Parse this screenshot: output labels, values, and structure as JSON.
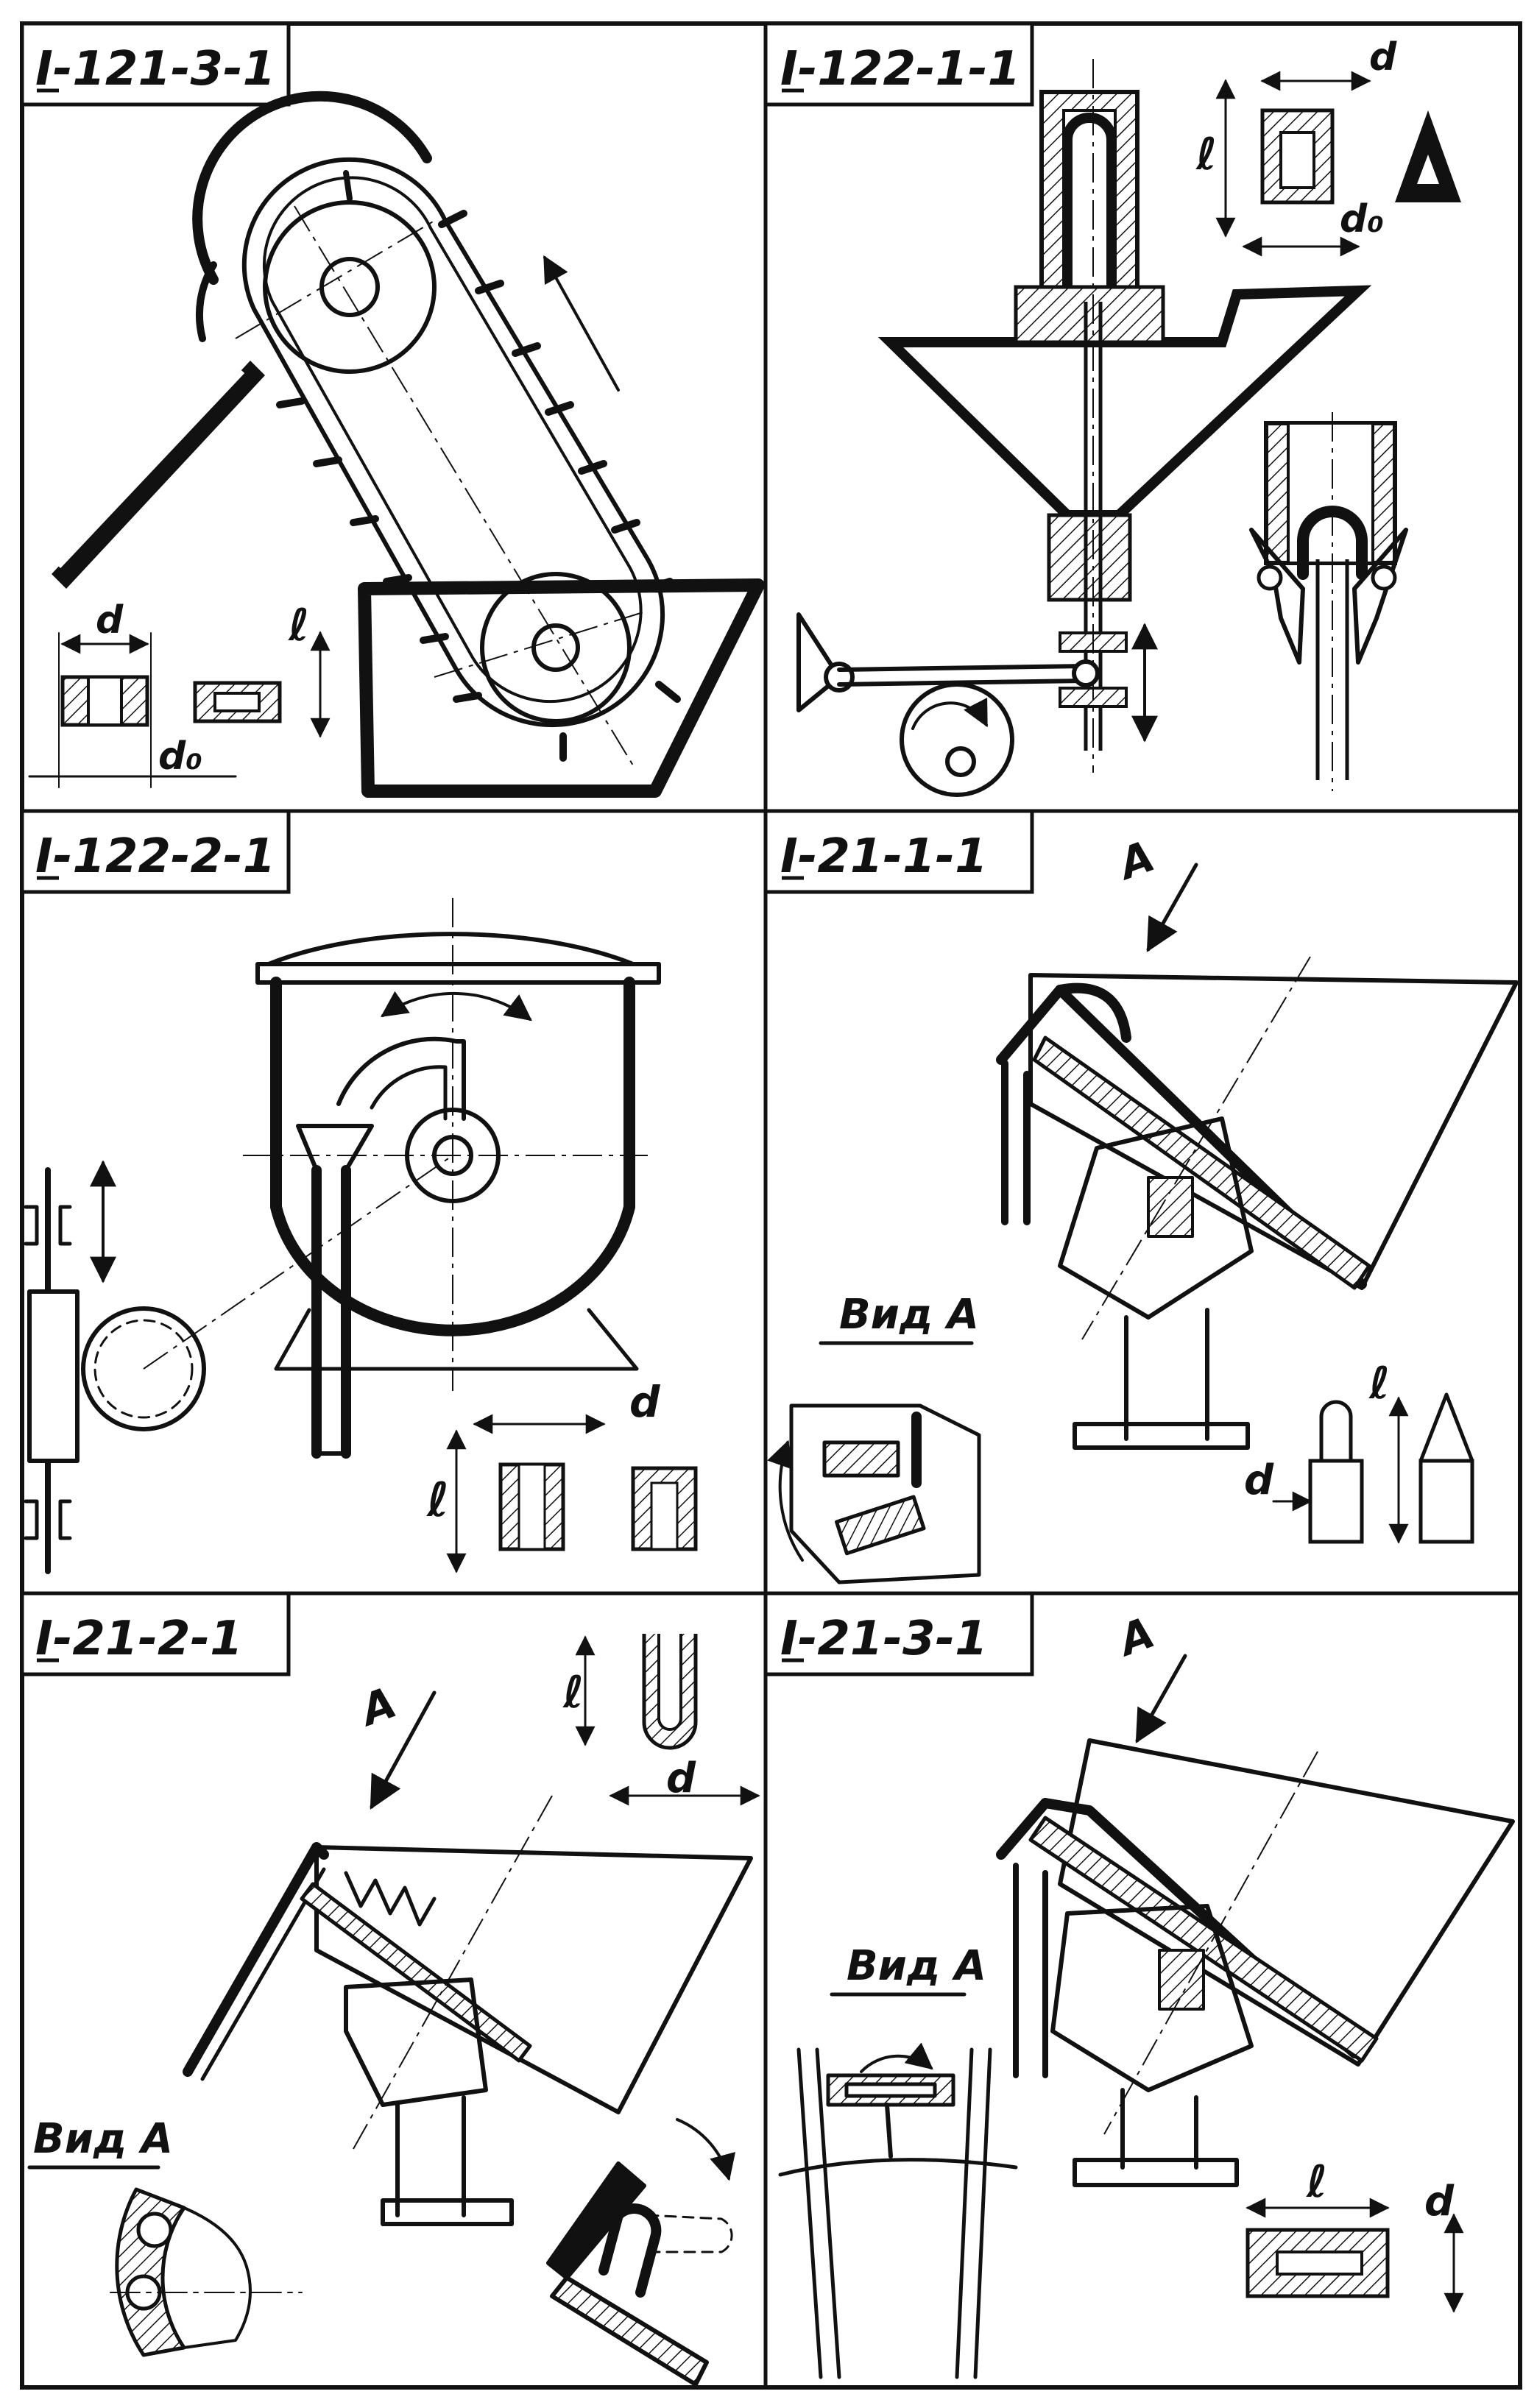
{
  "panels": [
    {
      "code": "I-121-3-1",
      "dims": {
        "d": "d",
        "l": "ℓ",
        "d0": "d₀"
      }
    },
    {
      "code": "I-122-1-1",
      "dims": {
        "d": "d",
        "l": "ℓ",
        "d0": "d₀"
      }
    },
    {
      "code": "I-122-2-1",
      "dims": {
        "d": "d",
        "l": "ℓ"
      }
    },
    {
      "code": "I-21-1-1",
      "view": "Вид А",
      "arrow": "А",
      "dims": {
        "d": "d",
        "l": "ℓ"
      }
    },
    {
      "code": "I-21-2-1",
      "view": "Вид А",
      "arrow": "А",
      "dims": {
        "d": "d",
        "l": "ℓ"
      }
    },
    {
      "code": "I-21-3-1",
      "view": "Вид А",
      "arrow": "А",
      "dims": {
        "d": "d",
        "l": "ℓ"
      }
    }
  ],
  "colors": {
    "ink": "#111111",
    "paper": "#ffffff"
  }
}
